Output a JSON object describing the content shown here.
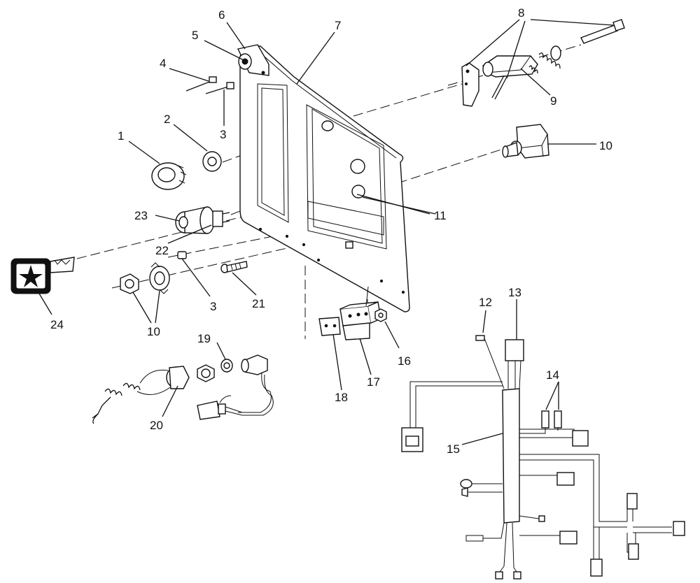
{
  "callouts": {
    "c1": "1",
    "c2": "2",
    "c3a": "3",
    "c3b": "3",
    "c4": "4",
    "c5": "5",
    "c6": "6",
    "c7": "7",
    "c8": "8",
    "c9": "9",
    "c10a": "10",
    "c10b": "10",
    "c11": "11",
    "c12": "12",
    "c13": "13",
    "c14": "14",
    "c15": "15",
    "c16": "16",
    "c17": "17",
    "c18": "18",
    "c19": "19",
    "c20": "20",
    "c21": "21",
    "c22": "22",
    "c23": "23",
    "c24": "24"
  },
  "colors": {
    "line": "#111111",
    "background": "#ffffff"
  }
}
